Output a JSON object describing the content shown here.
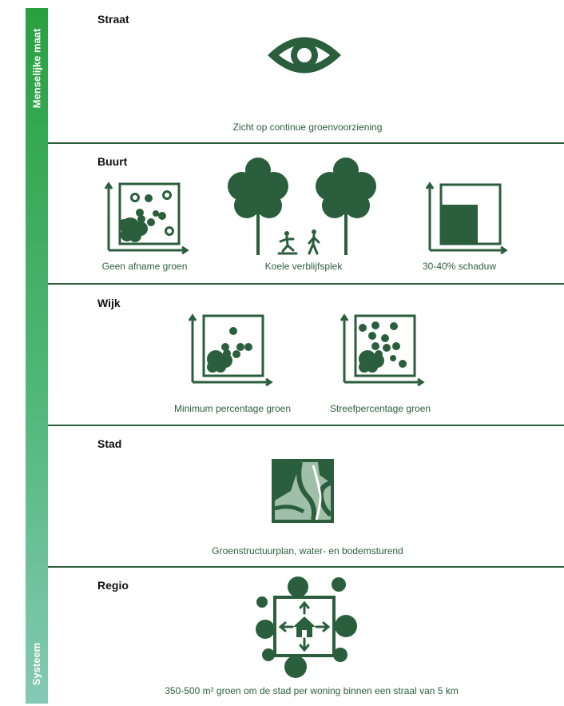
{
  "sidebar": {
    "top_label": "Menselijke maat",
    "bottom_label": "Systeem"
  },
  "sections": [
    {
      "title": "Straat",
      "captions": [
        "Zicht op continue groenvoorziening"
      ],
      "icons": [
        "eye-icon"
      ]
    },
    {
      "title": "Buurt",
      "captions": [
        "Geen afname groen",
        "Koele verblijfsplek",
        "30-40% schaduw"
      ],
      "icons": [
        "green-scatter-chart-icon",
        "trees-people-icon",
        "shade-chart-icon"
      ]
    },
    {
      "title": "Wijk",
      "captions": [
        "Minimum percentage groen",
        "Streefpercentage groen"
      ],
      "icons": [
        "minimum-green-chart-icon",
        "target-green-chart-icon"
      ]
    },
    {
      "title": "Stad",
      "captions": [
        "Groenstructuurplan, water- en bodemsturend"
      ],
      "icons": [
        "map-icon"
      ]
    },
    {
      "title": "Regio",
      "captions": [
        "350-500 m² groen om de stad per woning binnen een straal van 5 km"
      ],
      "icons": [
        "house-region-icon"
      ]
    }
  ],
  "colors": {
    "dark_green": "#2b5e3c",
    "sidebar_top": "#2aa040",
    "sidebar_bottom": "#85c9b5",
    "map_light": "#9fbfa8"
  }
}
